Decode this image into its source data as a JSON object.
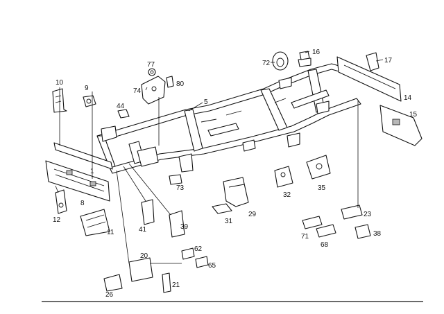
{
  "callouts": [
    {
      "id": "c1",
      "text": "1"
    },
    {
      "id": "c5",
      "text": "5"
    },
    {
      "id": "c8",
      "text": "8"
    },
    {
      "id": "c9",
      "text": "9"
    },
    {
      "id": "c10",
      "text": "10"
    },
    {
      "id": "c11",
      "text": "11"
    },
    {
      "id": "c12",
      "text": "12"
    },
    {
      "id": "c14",
      "text": "14"
    },
    {
      "id": "c15",
      "text": "15"
    },
    {
      "id": "c16",
      "text": "16"
    },
    {
      "id": "c17",
      "text": "17"
    },
    {
      "id": "c20",
      "text": "20"
    },
    {
      "id": "c21",
      "text": "21"
    },
    {
      "id": "c23",
      "text": "23"
    },
    {
      "id": "c26",
      "text": "26"
    },
    {
      "id": "c29",
      "text": "29"
    },
    {
      "id": "c31",
      "text": "31"
    },
    {
      "id": "c32",
      "text": "32"
    },
    {
      "id": "c35",
      "text": "35"
    },
    {
      "id": "c38",
      "text": "38"
    },
    {
      "id": "c39",
      "text": "39"
    },
    {
      "id": "c41",
      "text": "41"
    },
    {
      "id": "c44",
      "text": "44"
    },
    {
      "id": "c62",
      "text": "62"
    },
    {
      "id": "c65",
      "text": "65"
    },
    {
      "id": "c68",
      "text": "68"
    },
    {
      "id": "c71",
      "text": "71"
    },
    {
      "id": "c72",
      "text": "72"
    },
    {
      "id": "c73",
      "text": "73"
    },
    {
      "id": "c74",
      "text": "74"
    },
    {
      "id": "c77",
      "text": "77"
    },
    {
      "id": "c80",
      "text": "80"
    }
  ]
}
